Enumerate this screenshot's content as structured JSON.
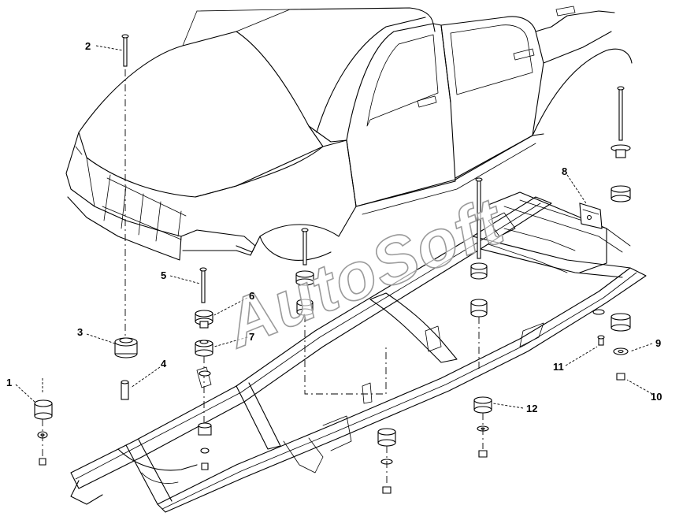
{
  "watermark": "AutoSoft",
  "callouts": [
    {
      "id": "1",
      "label": "1"
    },
    {
      "id": "2",
      "label": "2"
    },
    {
      "id": "3",
      "label": "3"
    },
    {
      "id": "4",
      "label": "4"
    },
    {
      "id": "5",
      "label": "5"
    },
    {
      "id": "6",
      "label": "6"
    },
    {
      "id": "7",
      "label": "7"
    },
    {
      "id": "8",
      "label": "8"
    },
    {
      "id": "9",
      "label": "9"
    },
    {
      "id": "10",
      "label": "10"
    },
    {
      "id": "11",
      "label": "11"
    },
    {
      "id": "12",
      "label": "12"
    }
  ]
}
